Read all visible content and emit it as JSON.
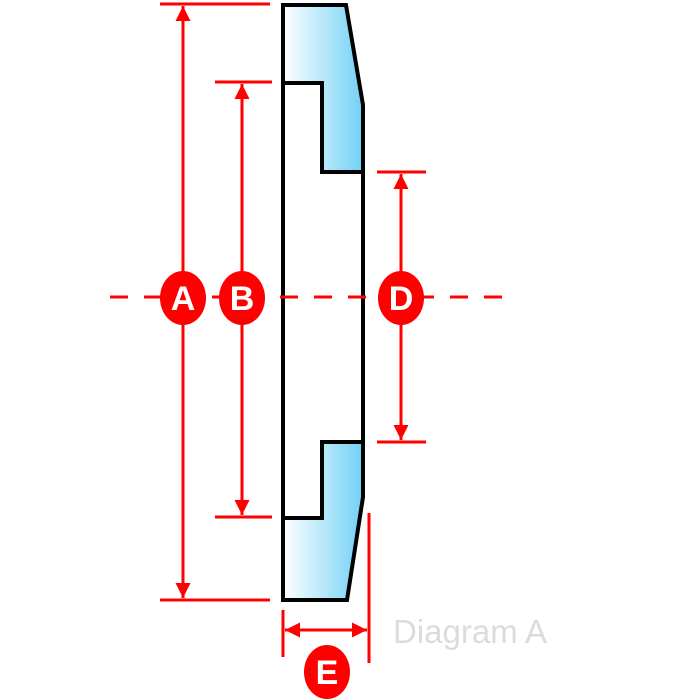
{
  "title": "Diagram A",
  "labels": {
    "a": "A",
    "b": "B",
    "d": "D",
    "e": "E"
  },
  "colors": {
    "dimension": "#ff0000",
    "fill_light": "#ffffff",
    "fill_dark": "#6fd0f5",
    "outline": "#000000",
    "caption": "#dcdcdc"
  }
}
